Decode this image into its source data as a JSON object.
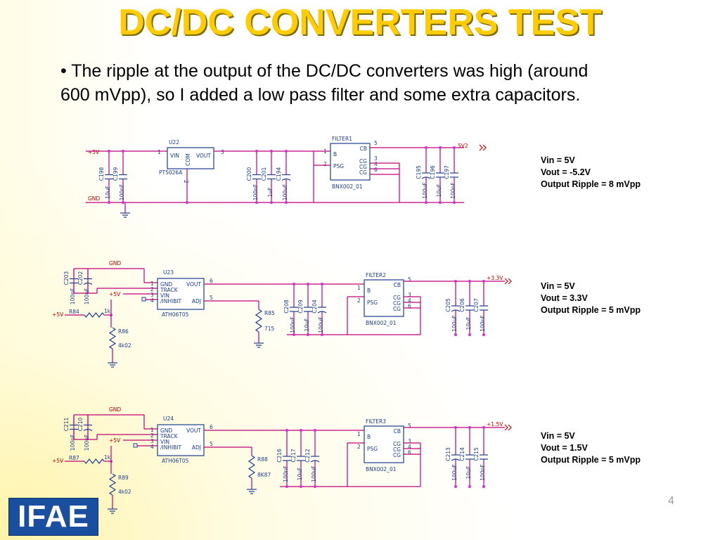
{
  "slide": {
    "title": "DC/DC CONVERTERS TEST",
    "bullet": "• The ripple at the output of the DC/DC converters was high (around 600 mVpp), so I added a low pass filter and some extra capacitors.",
    "page_number": "4",
    "logo_text": "IFAE"
  },
  "circuits": [
    {
      "reg_ref": "U22",
      "reg_part": "PT5026A",
      "reg_pins": [
        "VIN",
        "VOUT",
        "COM"
      ],
      "pin_numbers": [
        "1",
        "3",
        "2"
      ],
      "filter_ref": "FILTER1",
      "filter_part": "BNX002_01",
      "filter_pins": [
        "B",
        "PSG",
        "CB",
        "CG",
        "CG",
        "CG"
      ],
      "filter_pin_numbers": [
        "1",
        "2",
        "5",
        "3",
        "4",
        "6"
      ],
      "in_net": "+5V",
      "gnd_net": "GND",
      "out_net": "5V2",
      "in_caps": [
        {
          "ref": "C198",
          "value": "10uF"
        },
        {
          "ref": "C199",
          "value": "100nF"
        }
      ],
      "mid_caps": [
        {
          "ref": "C200",
          "value": "100nF"
        },
        {
          "ref": "C201",
          "value": "1uF"
        },
        {
          "ref": "C194",
          "value": "100uF"
        }
      ],
      "out_caps": [
        {
          "ref": "C195",
          "value": "100uF"
        },
        {
          "ref": "C196",
          "value": "10uF"
        },
        {
          "ref": "C197",
          "value": "100nF"
        }
      ],
      "annotation": [
        "Vin = 5V",
        "Vout = -5.2V",
        "Output Ripple = 8 mVpp"
      ]
    },
    {
      "reg_ref": "U23",
      "reg_part": "ATH06T05",
      "reg_pins": [
        "GND",
        "TRACK",
        "VIN",
        "/INHIBIT",
        "VOUT",
        "ADJ"
      ],
      "pin_numbers": [
        "1",
        "2",
        "3",
        "4",
        "6",
        "5"
      ],
      "filter_ref": "FILTER2",
      "filter_part": "BNX002_01",
      "filter_pins": [
        "B",
        "PSG",
        "CB",
        "CG",
        "CG",
        "CG"
      ],
      "filter_pin_numbers": [
        "1",
        "2",
        "5",
        "3",
        "4",
        "6"
      ],
      "gnd_net": "GND",
      "track_net": "+5V",
      "in_net": "+5V",
      "out_net": "+3.3V",
      "r_in": {
        "ref": "R84",
        "value": "1k"
      },
      "r_pd": {
        "ref": "R86",
        "value": "4k02"
      },
      "r_adj": {
        "ref": "R85",
        "value": "715"
      },
      "in_caps": [
        {
          "ref": "C203",
          "value": "100nF"
        },
        {
          "ref": "C202",
          "value": "100uF"
        }
      ],
      "mid_caps": [
        {
          "ref": "C208",
          "value": "100nF"
        },
        {
          "ref": "C209",
          "value": "10uF"
        },
        {
          "ref": "C204",
          "value": "100uF"
        }
      ],
      "out_caps": [
        {
          "ref": "C205",
          "value": "100uF"
        },
        {
          "ref": "C206",
          "value": "10uF"
        },
        {
          "ref": "C207",
          "value": "100nF"
        }
      ],
      "annotation": [
        "Vin = 5V",
        "Vout = 3.3V",
        "Output Ripple = 5 mVpp"
      ]
    },
    {
      "reg_ref": "U24",
      "reg_part": "ATH06T05",
      "reg_pins": [
        "GND",
        "TRACK",
        "VIN",
        "/INHIBIT",
        "VOUT",
        "ADJ"
      ],
      "pin_numbers": [
        "1",
        "2",
        "3",
        "4",
        "6",
        "5"
      ],
      "filter_ref": "FILTER3",
      "filter_part": "BNX002_01",
      "filter_pins": [
        "B",
        "PSG",
        "CB",
        "CG",
        "CG",
        "CG"
      ],
      "filter_pin_numbers": [
        "1",
        "2",
        "5",
        "3",
        "4",
        "6"
      ],
      "gnd_net": "GND",
      "track_net": "+5V",
      "in_net": "+5V",
      "out_net": "+1.5V",
      "r_in": {
        "ref": "R87",
        "value": "1k"
      },
      "r_pd": {
        "ref": "R89",
        "value": "4k02"
      },
      "r_adj": {
        "ref": "R88",
        "value": "8K87"
      },
      "in_caps": [
        {
          "ref": "C211",
          "value": "100nF"
        },
        {
          "ref": "C210",
          "value": "100uF"
        }
      ],
      "mid_caps": [
        {
          "ref": "C216",
          "value": "100nF"
        },
        {
          "ref": "C217",
          "value": "10uF"
        },
        {
          "ref": "C212",
          "value": "100uF"
        }
      ],
      "out_caps": [
        {
          "ref": "C213",
          "value": "100uF"
        },
        {
          "ref": "C214",
          "value": "10uF"
        },
        {
          "ref": "C215",
          "value": "100nF"
        }
      ],
      "annotation": [
        "Vin = 5V",
        "Vout = 1.5V",
        "Output Ripple = 5 mVpp"
      ]
    }
  ],
  "colors": {
    "title": "#ffcc00",
    "wire": "#c0007a",
    "component": "#1a3d8f",
    "net_label": "#c00000",
    "logo_bg": "#1a4fa0"
  }
}
